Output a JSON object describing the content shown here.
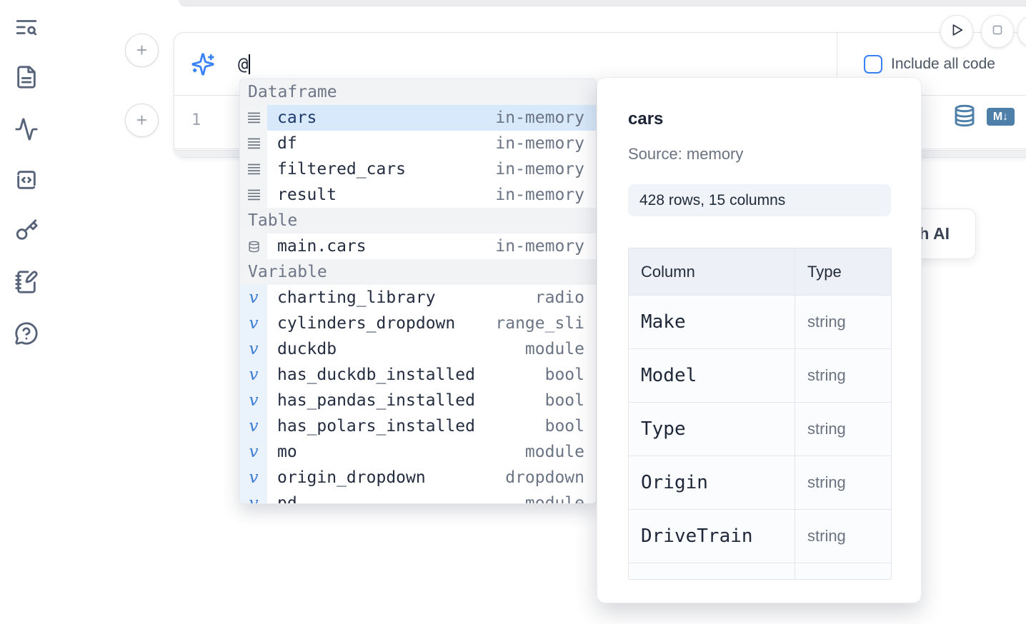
{
  "sidebar": {
    "icons": [
      {
        "name": "list-search-icon"
      },
      {
        "name": "file-text-icon"
      },
      {
        "name": "activity-icon"
      },
      {
        "name": "code-square-icon"
      },
      {
        "name": "key-icon"
      },
      {
        "name": "notebook-pen-icon"
      },
      {
        "name": "help-chat-icon"
      }
    ]
  },
  "cell": {
    "prompt_value": "@",
    "include_all_code_label": "Include all code",
    "line_number": "1",
    "markdown_badge": "M↓"
  },
  "completion": {
    "sections": [
      {
        "label": "Dataframe",
        "items": [
          {
            "name": "cars",
            "type": "in-memory",
            "icon": "rows-icon",
            "selected": true
          },
          {
            "name": "df",
            "type": "in-memory",
            "icon": "rows-icon"
          },
          {
            "name": "filtered_cars",
            "type": "in-memory",
            "icon": "rows-icon"
          },
          {
            "name": "result",
            "type": "in-memory",
            "icon": "rows-icon"
          }
        ]
      },
      {
        "label": "Table",
        "items": [
          {
            "name": "main.cars",
            "type": "in-memory",
            "icon": "database-icon"
          }
        ]
      },
      {
        "label": "Variable",
        "items": [
          {
            "name": "charting_library",
            "type": "radio",
            "icon": "variable-icon"
          },
          {
            "name": "cylinders_dropdown",
            "type": "range_sli",
            "icon": "variable-icon"
          },
          {
            "name": "duckdb",
            "type": "module",
            "icon": "variable-icon"
          },
          {
            "name": "has_duckdb_installed",
            "type": "bool",
            "icon": "variable-icon"
          },
          {
            "name": "has_pandas_installed",
            "type": "bool",
            "icon": "variable-icon"
          },
          {
            "name": "has_polars_installed",
            "type": "bool",
            "icon": "variable-icon"
          },
          {
            "name": "mo",
            "type": "module",
            "icon": "variable-icon"
          },
          {
            "name": "origin_dropdown",
            "type": "dropdown",
            "icon": "variable-icon"
          },
          {
            "name": "pd",
            "type": "module",
            "icon": "variable-icon",
            "partial": true
          }
        ]
      }
    ]
  },
  "ai_button": {
    "visible_label": "h AI"
  },
  "preview_panel": {
    "title": "cars",
    "source": "Source: memory",
    "summary": "428 rows, 15 columns",
    "table": {
      "headers": [
        "Column",
        "Type"
      ],
      "rows": [
        [
          "Make",
          "string"
        ],
        [
          "Model",
          "string"
        ],
        [
          "Type",
          "string"
        ],
        [
          "Origin",
          "string"
        ],
        [
          "DriveTrain",
          "string"
        ],
        [
          "",
          ""
        ]
      ]
    }
  },
  "colors": {
    "accent_blue": "#3b82f6",
    "steel_blue": "#4e7fa8",
    "selected_row": "#d8e9fb"
  }
}
